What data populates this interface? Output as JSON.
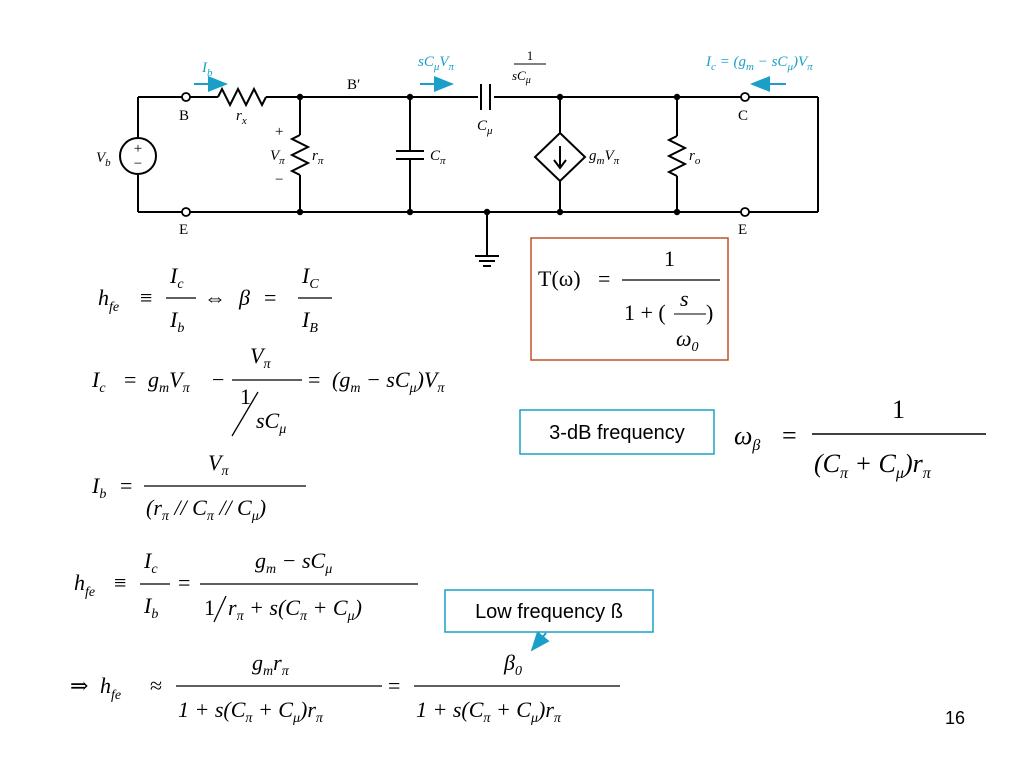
{
  "circuit": {
    "current_base": "I",
    "current_base_sub": "b",
    "node_B": "B",
    "node_Bprime": "B′",
    "node_C": "C",
    "node_E_left": "E",
    "node_E_right": "E",
    "source": "V",
    "source_sub": "b",
    "source_plus": "+",
    "source_minus": "−",
    "r_x": "r",
    "r_x_sub": "x",
    "vpi_plus": "+",
    "vpi_minus": "−",
    "vpi": "V",
    "vpi_sub": "π",
    "r_pi": "r",
    "r_pi_sub": "π",
    "c_pi": "C",
    "c_pi_sub": "π",
    "c_mu": "C",
    "c_mu_sub": "μ",
    "gm_src": "g",
    "gm_src_sub": "m",
    "gm_src_v": "V",
    "gm_src_v_sub": "π",
    "r_o": "r",
    "r_o_sub": "o",
    "feedback_current": "sC",
    "feedback_current_sub": "μ",
    "feedback_current_v": "V",
    "feedback_current_v_sub": "π",
    "impedance_num": "1",
    "impedance_den": "sC",
    "impedance_den_sub": "μ",
    "ic_label": "I",
    "ic_label_sub": "c",
    "ic_label_rest": " = (g",
    "ic_label_rest_sub": "m",
    "ic_label_rest2": " − sC",
    "ic_label_rest2_sub": "μ",
    "ic_label_rest3": ")V",
    "ic_label_rest3_sub": "π"
  },
  "labels": {
    "three_db": "3-dB frequency",
    "low_freq_beta": "Low frequency ß",
    "page_number": "16"
  },
  "equations": {
    "hfe_def": {
      "h": "h",
      "h_sub": "fe",
      "equiv": "≡",
      "num": "I",
      "num_sub": "c",
      "den": "I",
      "den_sub": "b",
      "iff": "⇔",
      "beta": "β",
      "eq": "=",
      "num2": "I",
      "num2_sub": "C",
      "den2": "I",
      "den2_sub": "B"
    },
    "ic": {
      "lhs": "I",
      "lhs_sub": "c",
      "eq": "=",
      "g": "g",
      "g_sub": "m",
      "v": "V",
      "v_sub": "π",
      "minus": "−",
      "num": "V",
      "num_sub": "π",
      "den_one": "1",
      "den": "sC",
      "den_sub": "μ",
      "eq2": "=",
      "rhs_a": "(g",
      "rhs_a_sub": "m",
      "rhs_b": " − sC",
      "rhs_b_sub": "μ",
      "rhs_c": ")V",
      "rhs_c_sub": "π"
    },
    "ib": {
      "lhs": "I",
      "lhs_sub": "b",
      "eq": "=",
      "num": "V",
      "num_sub": "π",
      "den_a": "(r",
      "den_a_sub": "π",
      "den_b": " // C",
      "den_b_sub": "π",
      "den_c": " // C",
      "den_c_sub": "μ",
      "den_d": ")"
    },
    "hfe2": {
      "h": "h",
      "h_sub": "fe",
      "equiv": "≡",
      "num": "I",
      "num_sub": "c",
      "den": "I",
      "den_sub": "b",
      "eq": "=",
      "num2_a": "g",
      "num2_a_sub": "m",
      "num2_b": " − sC",
      "num2_b_sub": "μ",
      "den2_a": "1",
      "den2_b": "r",
      "den2_b_sub": "π",
      "den2_c": " + s(C",
      "den2_c_sub": "π",
      "den2_d": " + C",
      "den2_d_sub": "μ",
      "den2_e": ")"
    },
    "hfe_approx": {
      "implies": "⇒",
      "h": "h",
      "h_sub": "fe",
      "approx": "≈",
      "num_a": "g",
      "num_a_sub": "m",
      "num_b": "r",
      "num_b_sub": "π",
      "den_a": "1 + s(C",
      "den_a_sub": "π",
      "den_b": " + C",
      "den_b_sub": "μ",
      "den_c": ")r",
      "den_c_sub": "π",
      "eq": "=",
      "num2": "β",
      "num2_sub": "0",
      "den2_a": "1 + s(C",
      "den2_a_sub": "π",
      "den2_b": " + C",
      "den2_b_sub": "μ",
      "den2_c": ")r",
      "den2_c_sub": "π"
    },
    "transfer": {
      "lhs": "T(ω)",
      "eq": "=",
      "num": "1",
      "den_a": "1 + (",
      "den_s": "s",
      "den_w": "ω",
      "den_w_sub": "0",
      "den_b": ")"
    },
    "omega_beta": {
      "w": "ω",
      "w_sub": "β",
      "eq": "=",
      "num": "1",
      "den_a": "(C",
      "den_a_sub": "π",
      "den_b": " + C",
      "den_b_sub": "μ",
      "den_c": ")r",
      "den_c_sub": "π"
    }
  },
  "colors": {
    "accent_cyan": "#1aa0c8",
    "transfer_box_border": "#c0502a",
    "label_box_border": "#1aa0c8"
  }
}
